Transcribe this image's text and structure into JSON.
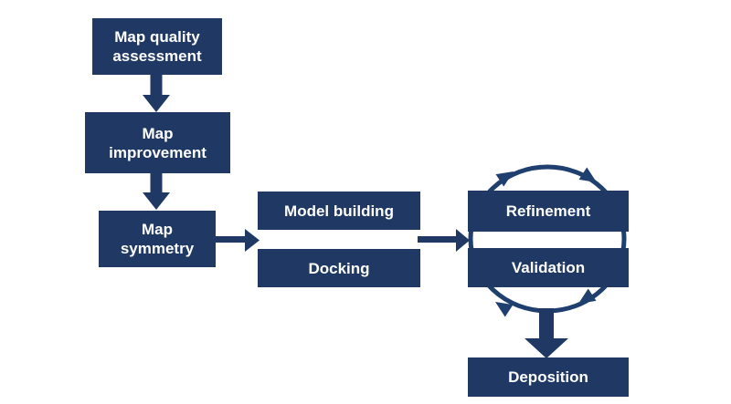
{
  "diagram": {
    "title": "workflow-flowchart",
    "colors": {
      "box_fill": "#1f3864",
      "arrow": "#1f3864",
      "cycle_circle": "#1f3f6e",
      "text": "#ffffff",
      "background": "#ffffff"
    },
    "nodes": {
      "map_quality_assessment": {
        "lines": [
          "Map quality",
          "assessment"
        ]
      },
      "map_improvement": {
        "lines": [
          "Map",
          "improvement"
        ]
      },
      "map_symmetry": {
        "lines": [
          "Map",
          "symmetry"
        ]
      },
      "model_building": {
        "label": "Model building"
      },
      "docking": {
        "label": "Docking"
      },
      "refinement": {
        "label": "Refinement"
      },
      "validation": {
        "label": "Validation"
      },
      "deposition": {
        "label": "Deposition"
      }
    },
    "edges": [
      {
        "from": "map_quality_assessment",
        "to": "map_improvement",
        "direction": "down"
      },
      {
        "from": "map_improvement",
        "to": "map_symmetry",
        "direction": "down"
      },
      {
        "from": "map_symmetry",
        "to": "model_building / docking",
        "direction": "right"
      },
      {
        "from": "model_building / docking",
        "to": "refinement / validation",
        "direction": "right"
      },
      {
        "cycle": "refinement <-> validation",
        "style": "clockwise circular arrows"
      },
      {
        "from": "refinement / validation cycle",
        "to": "deposition",
        "direction": "down"
      }
    ]
  }
}
